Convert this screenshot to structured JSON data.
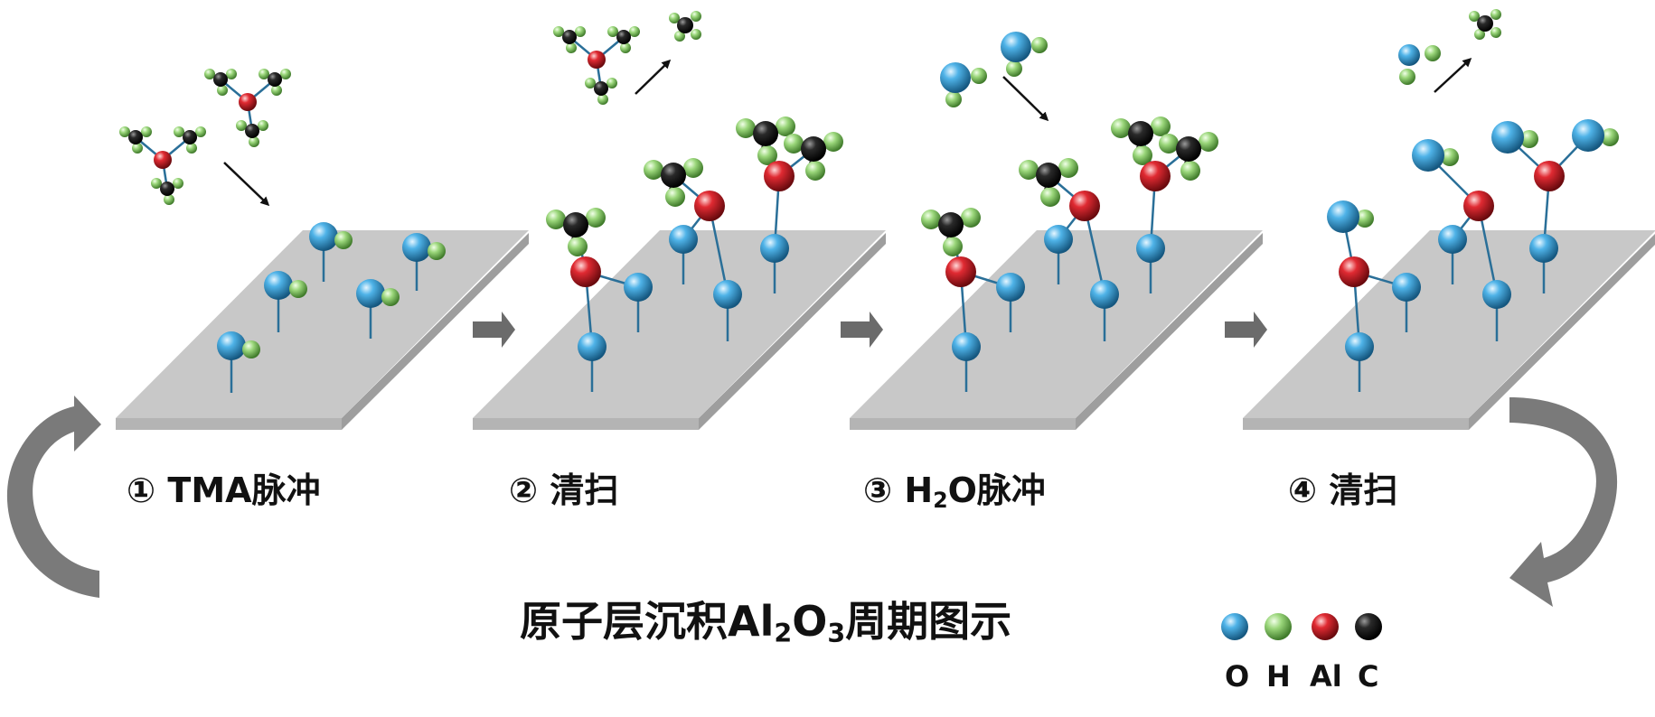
{
  "steps": [
    {
      "num": "①",
      "label": "TMA脉冲",
      "label_html": "TMA脉冲"
    },
    {
      "num": "②",
      "label": "清扫",
      "label_html": "清扫"
    },
    {
      "num": "③",
      "label": "H2O脉冲",
      "label_html": "H<sub>2</sub>O脉冲"
    },
    {
      "num": "④",
      "label": "清扫",
      "label_html": "清扫"
    }
  ],
  "title": {
    "text": "原子层沉积Al2O3周期图示",
    "html": "原子层沉积Al<sub>2</sub>O<sub>3</sub>周期图示"
  },
  "legend": [
    {
      "symbol": "O",
      "color": "#3a9fd6"
    },
    {
      "symbol": "H",
      "color": "#8ccf6a"
    },
    {
      "symbol": "Al",
      "color": "#d0202a"
    },
    {
      "symbol": "C",
      "color": "#141414"
    }
  ],
  "colors": {
    "oxygen": "#3a9fd6",
    "hydrogen": "#8ccf6a",
    "aluminum": "#d0202a",
    "carbon": "#141414",
    "bond": "#2a6f98",
    "substrate_top": "#c8c8c8",
    "substrate_side": "#aaaaaa",
    "arrow": "#6b6b6b"
  }
}
